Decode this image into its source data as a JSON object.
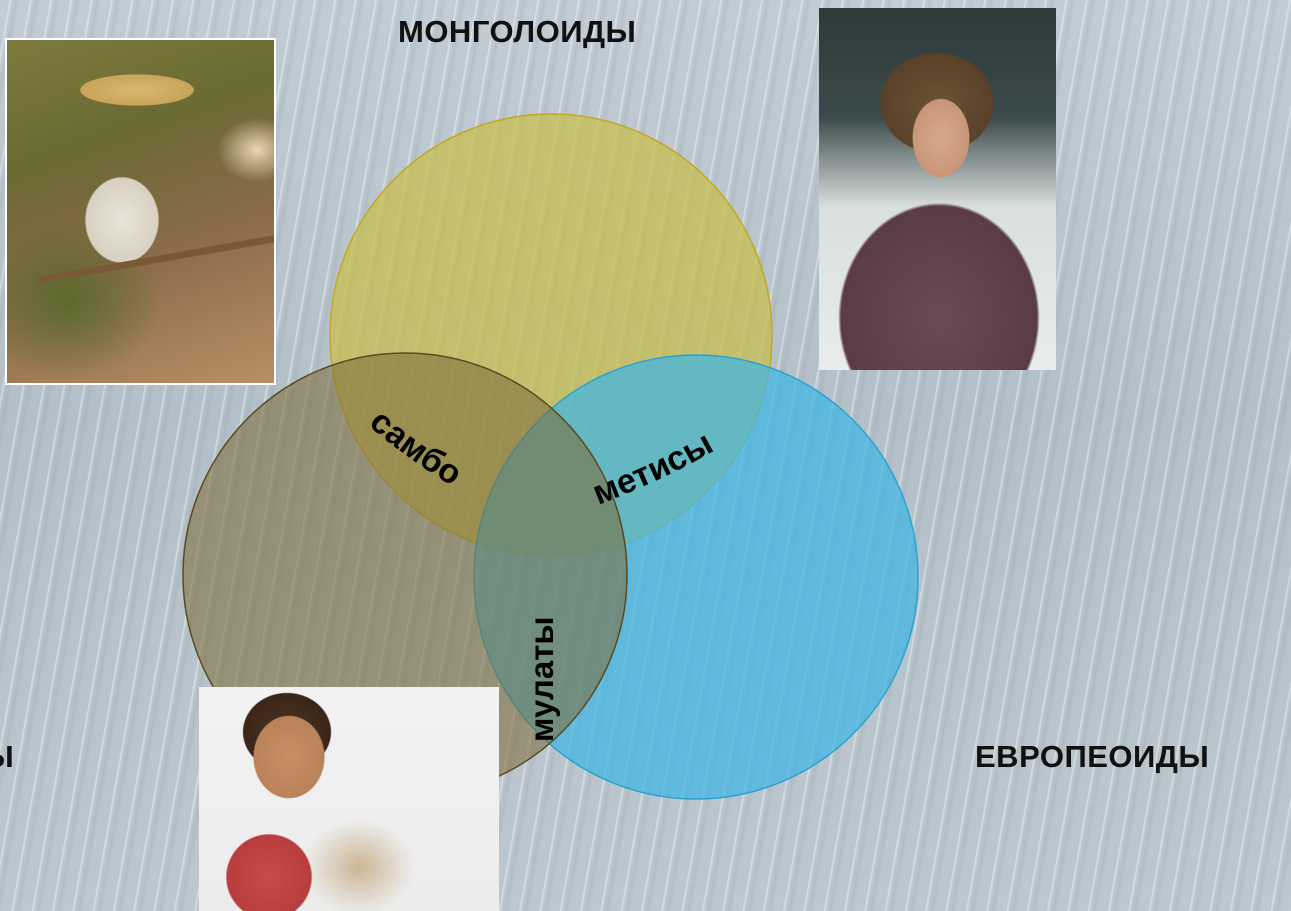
{
  "labels": {
    "top": "МОНГОЛОИДЫ",
    "left": "ИДЫ",
    "right": "ЕВРОПЕОИДЫ"
  },
  "overlap_labels": {
    "sambo": "самбо",
    "metisy": "метисы",
    "mulaty": "мулаты"
  },
  "circle_colors": {
    "top": "#c8be4a",
    "left": "#7d6c3d",
    "right": "#3fb6e3"
  },
  "images": [
    {
      "name": "man-with-hat-photo"
    },
    {
      "name": "woman-with-mug-photo"
    },
    {
      "name": "child-photo"
    }
  ]
}
